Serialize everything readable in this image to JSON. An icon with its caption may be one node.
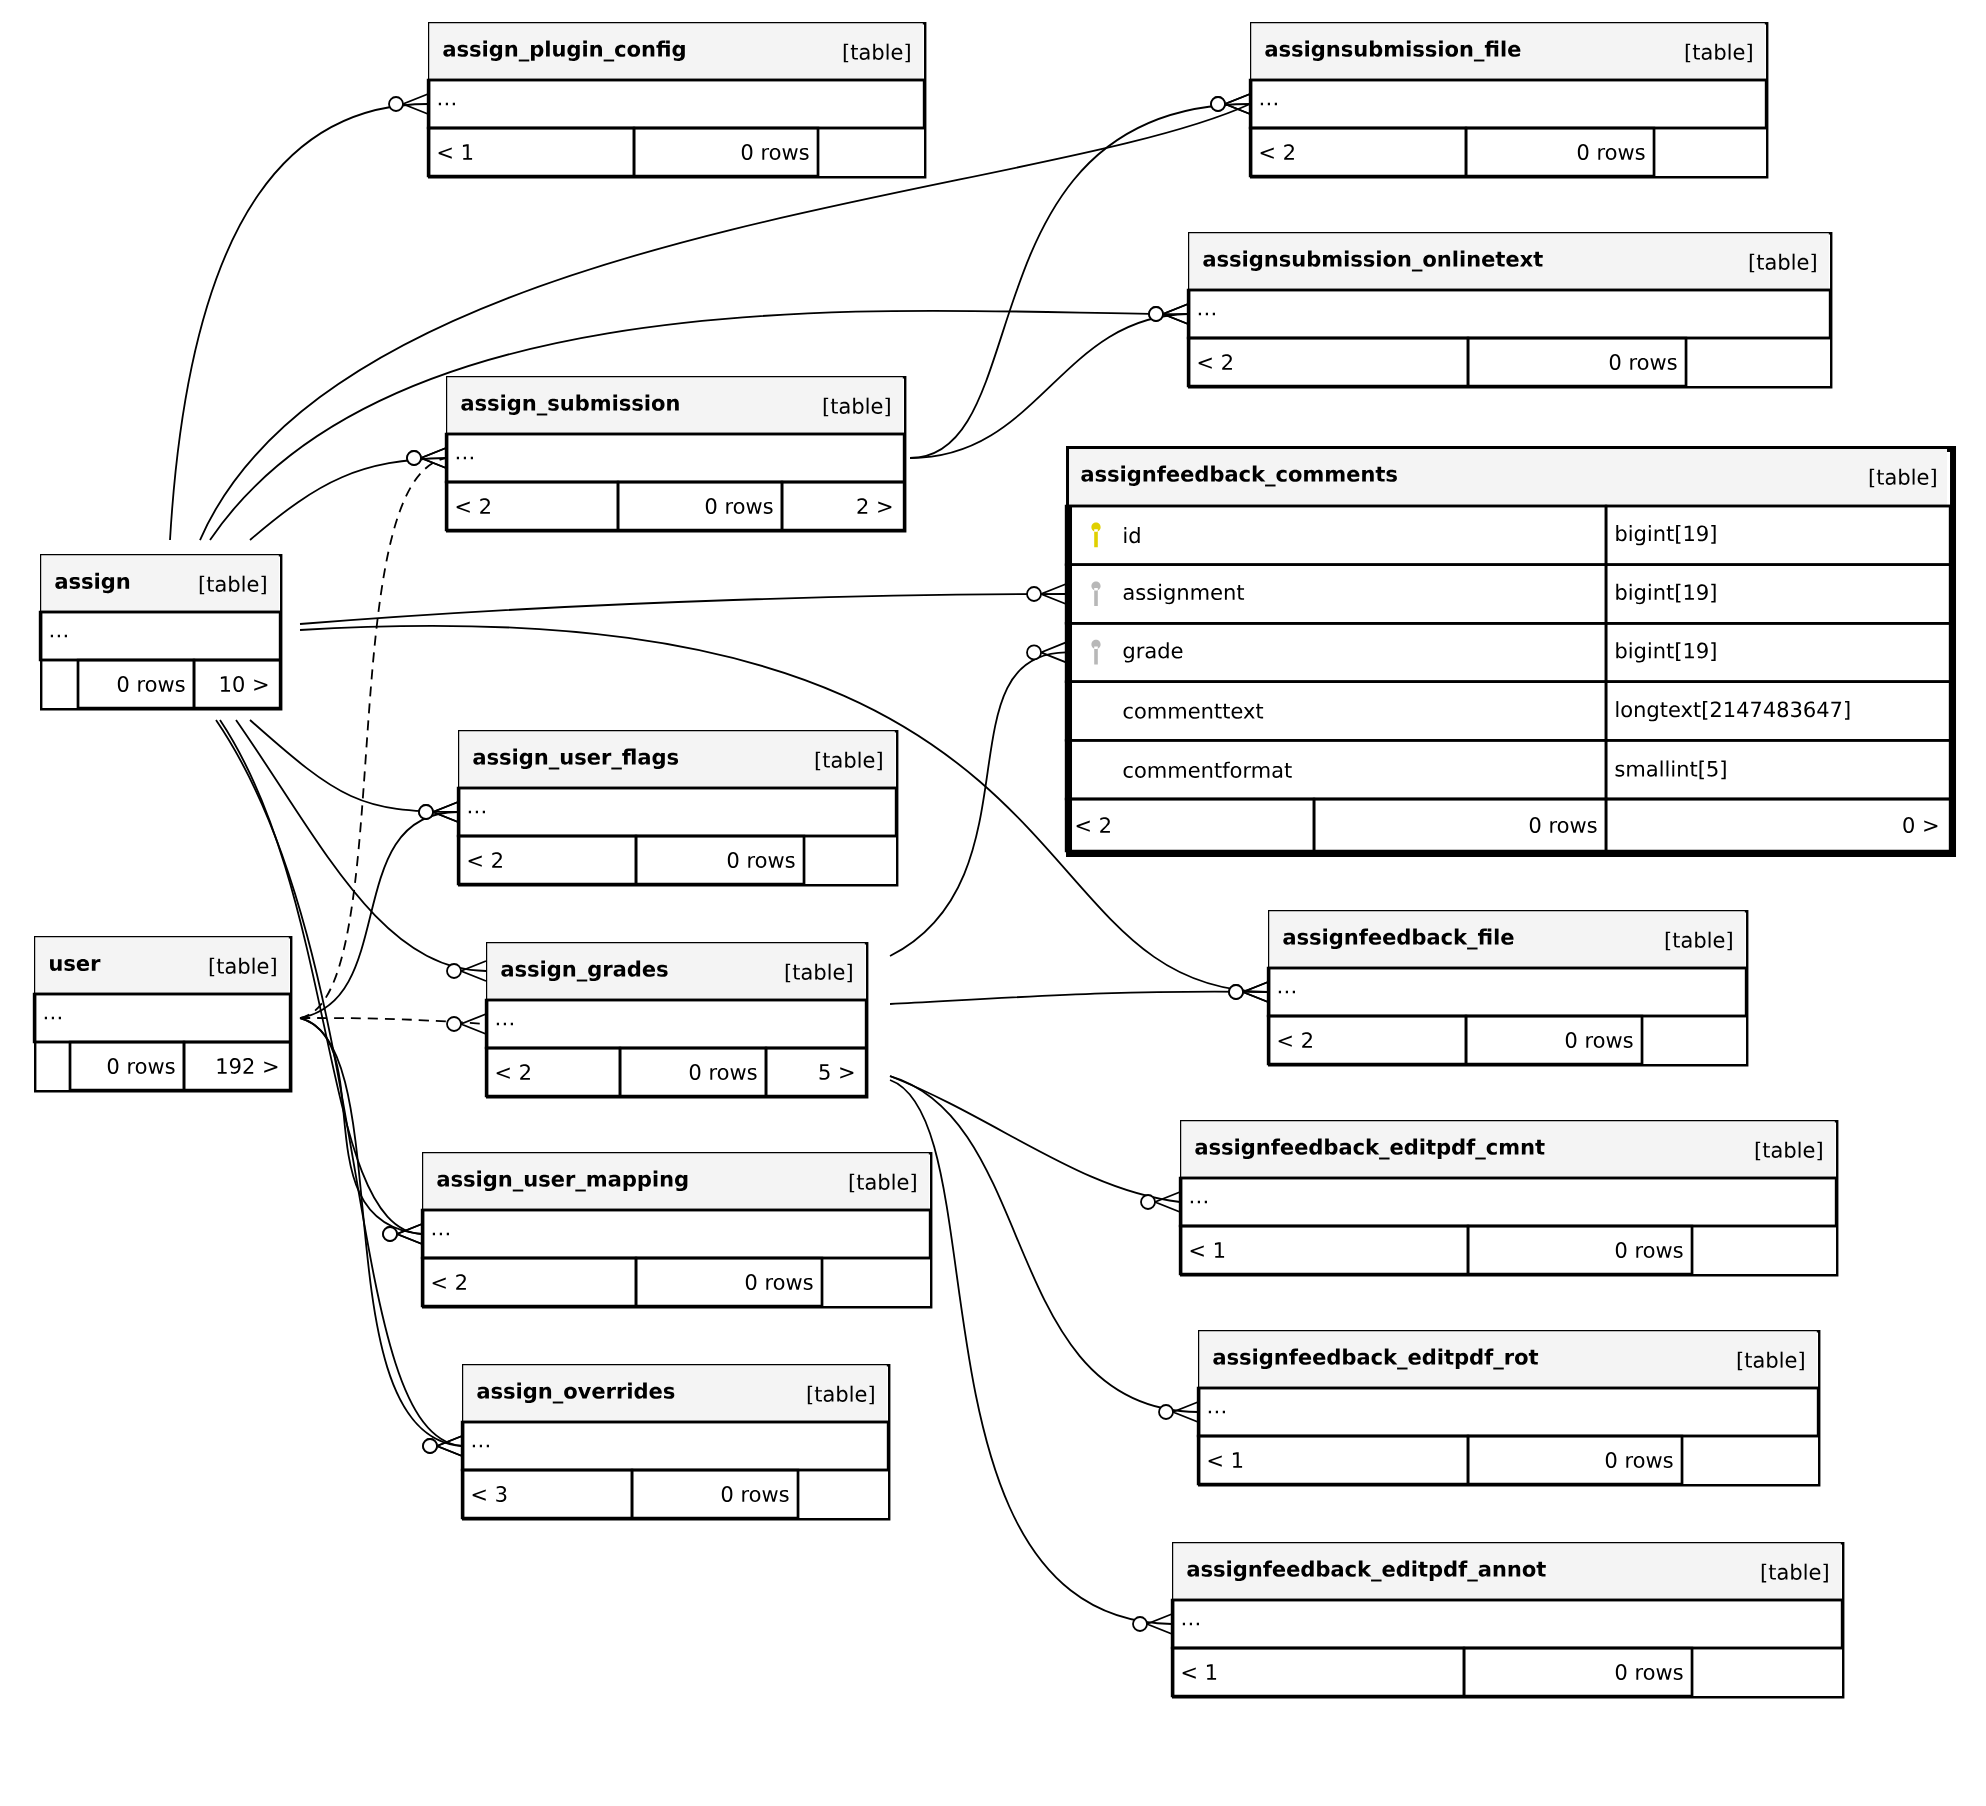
{
  "diagram": {
    "nodes": [
      {
        "text": [
          "assign_plugin_config",
          "[table]",
          "…",
          "< 1",
          "0 rows"
        ]
      },
      {
        "text": [
          "assignsubmission_file",
          "[table]",
          "…",
          "< 2",
          "0 rows"
        ]
      },
      {
        "text": [
          "assignsubmission_onlinetext",
          "[table]",
          "…",
          "< 2",
          "0 rows"
        ]
      },
      {
        "text": [
          "assign_submission",
          "[table]",
          "…",
          "< 2",
          "0 rows",
          "2 >"
        ]
      },
      {
        "text": [
          "assignfeedback_comments",
          "[table]",
          "id",
          "bigint[19]",
          "assignment",
          "bigint[19]",
          "grade",
          "bigint[19]",
          "commenttext",
          "longtext[2147483647]",
          "commentformat",
          "smallint[5]",
          "< 2",
          "0 rows",
          "0 >"
        ]
      },
      {
        "text": [
          "assign",
          "[table]",
          "…",
          "0 rows",
          "10 >"
        ]
      },
      {
        "text": [
          "assign_user_flags",
          "[table]",
          "…",
          "< 2",
          "0 rows"
        ]
      },
      {
        "text": [
          "user",
          "[table]",
          "…",
          "0 rows",
          "192 >"
        ]
      },
      {
        "text": [
          "assign_grades",
          "[table]",
          "…",
          "< 2",
          "0 rows",
          "5 >"
        ]
      },
      {
        "text": [
          "assignfeedback_file",
          "[table]",
          "…",
          "< 2",
          "0 rows"
        ]
      },
      {
        "text": [
          "assign_user_mapping",
          "[table]",
          "…",
          "< 2",
          "0 rows"
        ]
      },
      {
        "text": [
          "assignfeedback_editpdf_cmnt",
          "[table]",
          "…",
          "< 1",
          "0 rows"
        ]
      },
      {
        "text": [
          "assign_overrides",
          "[table]",
          "…",
          "< 3",
          "0 rows"
        ]
      },
      {
        "text": [
          "assignfeedback_editpdf_rot",
          "[table]",
          "…",
          "< 1",
          "0 rows"
        ]
      },
      {
        "text": [
          "assignfeedback_editpdf_annot",
          "[table]",
          "…",
          "< 1",
          "0 rows"
        ]
      }
    ],
    "edges": [
      {
        "from": 5,
        "to": 0,
        "arrow": "other"
      },
      {
        "from": 5,
        "to": 1,
        "arrow": "other"
      },
      {
        "from": 5,
        "to": 2,
        "arrow": "other"
      },
      {
        "from": 5,
        "to": 3,
        "arrow": "other"
      },
      {
        "from": 3,
        "to": 1,
        "arrow": "other"
      },
      {
        "from": 3,
        "to": 2,
        "arrow": "other"
      },
      {
        "from": 5,
        "to": 4,
        "arrow": "other"
      },
      {
        "from": 8,
        "to": 4,
        "arrow": "other"
      },
      {
        "from": 5,
        "to": 9,
        "arrow": "other"
      },
      {
        "from": 8,
        "to": 9,
        "arrow": "other"
      },
      {
        "from": 5,
        "to": 6,
        "arrow": "other"
      },
      {
        "from": 7,
        "to": 6,
        "arrow": "other"
      },
      {
        "from": 5,
        "to": 8,
        "arrow": "other"
      },
      {
        "from": 7,
        "to": 8,
        "arrow": "other",
        "style": "dashed"
      },
      {
        "from": 7,
        "to": 3,
        "arrow": "other",
        "style": "dashed"
      },
      {
        "from": 5,
        "to": 10,
        "arrow": "other"
      },
      {
        "from": 7,
        "to": 10,
        "arrow": "other"
      },
      {
        "from": 5,
        "to": 12,
        "arrow": "other"
      },
      {
        "from": 7,
        "to": 12,
        "arrow": "other"
      },
      {
        "from": 8,
        "to": 11,
        "arrow": "other"
      },
      {
        "from": 8,
        "to": 13,
        "arrow": "other"
      },
      {
        "from": 8,
        "to": 14,
        "arrow": "other"
      }
    ]
  }
}
